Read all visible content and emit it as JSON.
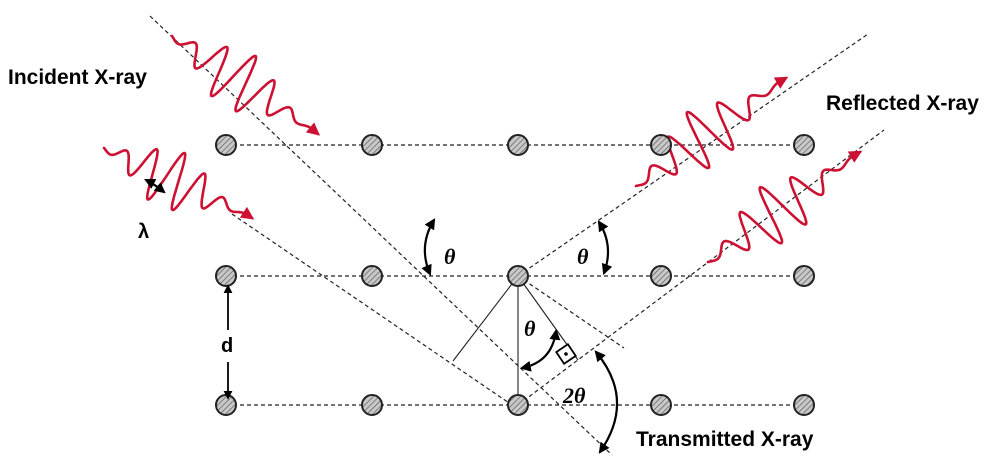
{
  "labels": {
    "incident": "Incident X-ray",
    "reflected": "Reflected X-ray",
    "transmitted": "Transmitted X-ray",
    "lambda": "λ",
    "d": "d",
    "theta": "θ",
    "two_theta": "2θ"
  },
  "colors": {
    "wave": "#cc1133",
    "atom_stroke": "#222222",
    "atom_fill": "#bdbdbd",
    "line": "#222222"
  },
  "lattice": {
    "rows": 3,
    "columns": 5
  }
}
